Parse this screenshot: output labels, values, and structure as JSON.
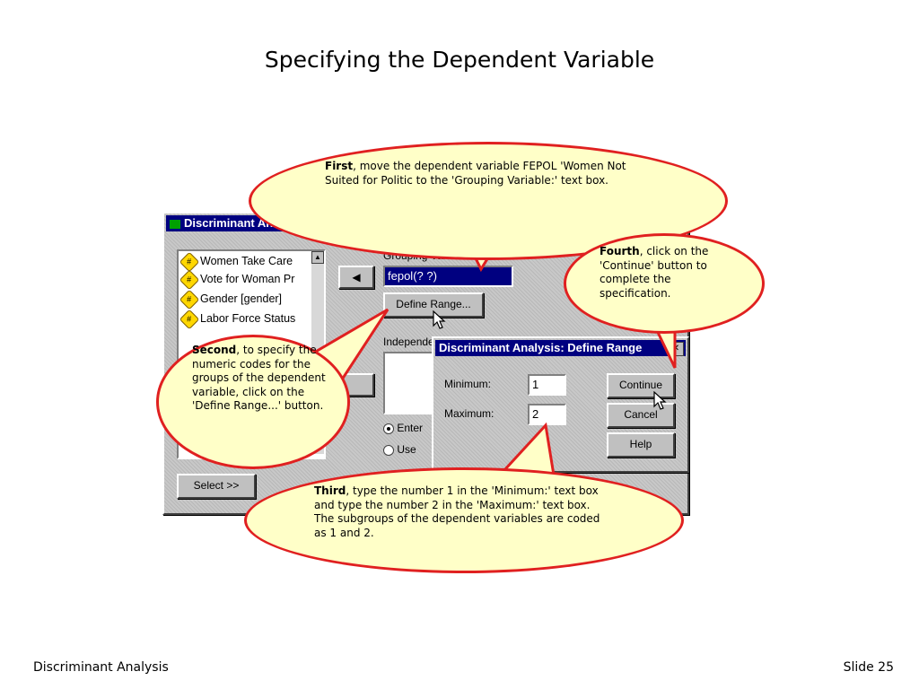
{
  "slide": {
    "title": "Specifying the Dependent Variable",
    "footer_left": "Discriminant Analysis",
    "footer_right": "Slide 25"
  },
  "main_dialog": {
    "title": "Discriminant Analysis",
    "variables": [
      "Women Take Care",
      "Vote for Woman Pr",
      "Gender [gender]",
      "Labor Force Status"
    ],
    "grouping_label": "Grouping Variable:",
    "grouping_value": "fepol(? ?)",
    "define_range_label": "Define Range...",
    "independents_label": "Independents:",
    "radio_enter": "Enter",
    "radio_use": "Use",
    "select_label": "Select >>",
    "arrow": "◀"
  },
  "range_dialog": {
    "title": "Discriminant Analysis: Define Range",
    "minimum_label": "Minimum:",
    "minimum_value": "1",
    "maximum_label": "Maximum:",
    "maximum_value": "2",
    "continue_label": "Continue",
    "cancel_label": "Cancel",
    "help_label": "Help",
    "close": "✕"
  },
  "callouts": {
    "first_bold": "First",
    "first_text": ", move the dependent variable FEPOL  'Women Not Suited for Politic to the 'Grouping Variable:' text box.",
    "second_bold": "Second",
    "second_text": ", to specify the numeric codes for the groups of the dependent variable, click on the 'Define Range...' button.",
    "third_bold": "Third",
    "third_text": ", type the number 1 in the 'Minimum:' text box and type the number 2 in the 'Maximum:' text box.  The subgroups of the dependent variables are coded as 1   and 2.",
    "fourth_bold": "Fourth",
    "fourth_text": ", click on the 'Continue' button to complete the specification."
  },
  "colors": {
    "titlebar": "#000080",
    "callout_fill": "#ffffc8",
    "callout_border": "#e02020"
  }
}
